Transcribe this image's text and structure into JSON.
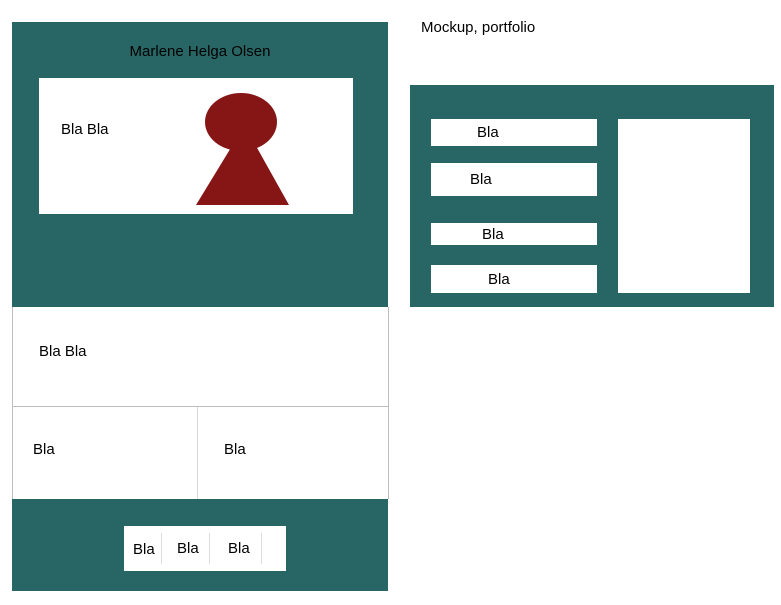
{
  "header": {
    "name": "Marlene Helga Olsen",
    "card_text": "Bla Bla",
    "avatar_icon": "person-silhouette-icon",
    "avatar_color": "#861515"
  },
  "mockup_label": "Mockup, portfolio",
  "about": {
    "text": "Bla Bla"
  },
  "columns": [
    {
      "text": "Bla"
    },
    {
      "text": "Bla"
    }
  ],
  "footer": {
    "nav": [
      {
        "label": "Bla"
      },
      {
        "label": "Bla"
      },
      {
        "label": "Bla"
      }
    ]
  },
  "portfolio_panel": {
    "buttons": [
      {
        "label": "Bla"
      },
      {
        "label": "Bla"
      },
      {
        "label": "Bla"
      },
      {
        "label": "Bla"
      }
    ]
  },
  "colors": {
    "teal": "#286666",
    "accent": "#861515",
    "border": "#bdbdbd"
  }
}
